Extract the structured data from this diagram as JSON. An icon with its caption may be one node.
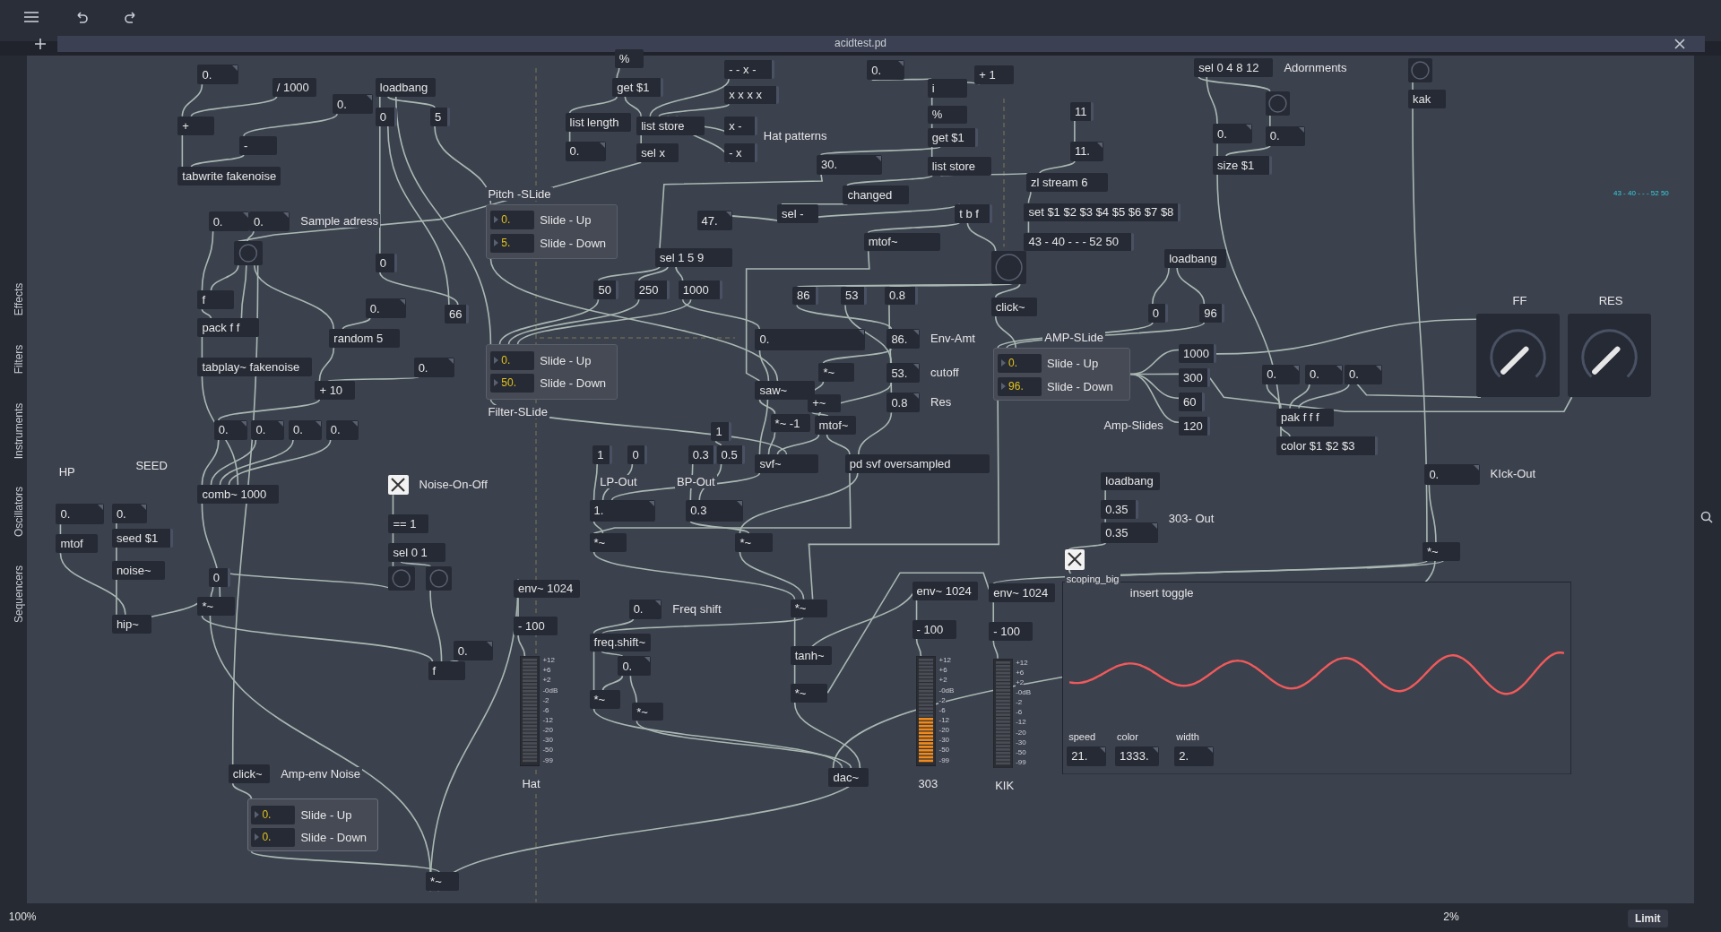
{
  "diagram": {
    "nodes": [
      {
        "text": [
          "0."
        ]
      },
      {
        "text": [
          "/ 1000"
        ]
      },
      {
        "text": [
          "0."
        ]
      },
      {
        "text": [
          "+"
        ]
      },
      {
        "text": [
          "-"
        ]
      },
      {
        "text": [
          "tabwrite fakenoise"
        ]
      },
      {
        "text": [
          "loadbang"
        ]
      },
      {
        "text": [
          "0"
        ]
      },
      {
        "text": [
          "5"
        ]
      },
      {
        "text": [
          "%"
        ]
      },
      {
        "text": [
          "get $1"
        ]
      },
      {
        "text": [
          "- - x -"
        ]
      },
      {
        "text": [
          "x x x x"
        ]
      },
      {
        "text": [
          "list length"
        ]
      },
      {
        "text": [
          "list store"
        ]
      },
      {
        "text": [
          "x -"
        ]
      },
      {
        "text": [
          "0."
        ]
      },
      {
        "text": [
          "sel x"
        ]
      },
      {
        "text": [
          "- x"
        ]
      },
      {
        "text": [
          "0."
        ]
      },
      {
        "text": [
          "i"
        ]
      },
      {
        "text": [
          "+ 1"
        ]
      },
      {
        "text": [
          "%"
        ]
      },
      {
        "text": [
          "get $1"
        ]
      },
      {
        "text": [
          "list store"
        ]
      },
      {
        "text": [
          "30."
        ]
      },
      {
        "text": [
          "changed"
        ]
      },
      {
        "text": [
          "11"
        ]
      },
      {
        "text": [
          "11."
        ]
      },
      {
        "text": [
          "zl stream 6"
        ]
      },
      {
        "text": [
          "set $1 $2 $3 $4 $5 $6 $7 $8"
        ]
      },
      {
        "text": [
          "43 - 40 - - - 52 50"
        ]
      },
      {
        "text": [
          "sel 0 4 8 12"
        ],
        "beside": [
          "Adornments"
        ]
      },
      {
        "text": [],
        "shape": "circle"
      },
      {
        "text": [
          "0."
        ]
      },
      {
        "text": [
          "0."
        ]
      },
      {
        "text": [
          "size $1"
        ]
      },
      {
        "text": [],
        "shape": "circle"
      },
      {
        "text": [
          "kak"
        ]
      },
      {
        "text": [
          "0."
        ]
      },
      {
        "text": [
          "0."
        ],
        "beside": [
          "Sample adress"
        ]
      },
      {
        "text": [],
        "shape": "circle"
      },
      {
        "text": [
          "0"
        ]
      },
      {
        "text": [
          "f"
        ]
      },
      {
        "text": [
          "pack f f"
        ]
      },
      {
        "text": [
          "0."
        ]
      },
      {
        "text": [
          "random 5"
        ]
      },
      {
        "text": [
          "66"
        ]
      },
      {
        "text": [
          "tabplay~ fakenoise"
        ]
      },
      {
        "text": [
          "0."
        ]
      },
      {
        "text": [
          "+ 10"
        ]
      },
      {
        "text": [
          "0."
        ]
      },
      {
        "text": [
          "0."
        ]
      },
      {
        "text": [
          "0."
        ]
      },
      {
        "text": [
          "0."
        ]
      },
      {
        "text": [
          "comb~ 1000"
        ]
      },
      {
        "text": [
          "Pitch -SLide"
        ]
      },
      {
        "text": [
          "0.",
          "Slide - Up"
        ],
        "in": 56
      },
      {
        "text": [
          "5.",
          "Slide - Down"
        ],
        "in": 56
      },
      {
        "text": [
          "47."
        ]
      },
      {
        "text": [
          "sel -"
        ]
      },
      {
        "text": [
          "t b f"
        ]
      },
      {
        "text": [
          "mtof~"
        ]
      },
      {
        "text": [
          "sel 1 5 9"
        ]
      },
      {
        "text": [],
        "shape": "circle"
      },
      {
        "text": [
          "loadbang"
        ]
      },
      {
        "text": [
          "50"
        ]
      },
      {
        "text": [
          "250"
        ]
      },
      {
        "text": [
          "1000"
        ]
      },
      {
        "text": [
          "86"
        ]
      },
      {
        "text": [
          "53"
        ]
      },
      {
        "text": [
          "0.8"
        ]
      },
      {
        "text": [
          "click~"
        ]
      },
      {
        "text": [
          "0"
        ]
      },
      {
        "text": [
          "96"
        ]
      },
      {
        "text": [
          "Filter-SLide"
        ]
      },
      {
        "text": [
          "0.",
          "Slide - Up"
        ],
        "in": 75
      },
      {
        "text": [
          "50.",
          "Slide - Down"
        ],
        "in": 75
      },
      {
        "text": [
          "0."
        ]
      },
      {
        "text": [
          "86."
        ],
        "beside": [
          "Env-Amt"
        ]
      },
      {
        "text": [
          "AMP-SLide"
        ]
      },
      {
        "text": [
          "0.",
          "Slide - Up"
        ],
        "in": 80
      },
      {
        "text": [
          "96.",
          "Slide - Down"
        ],
        "in": 80
      },
      {
        "text": [
          "1000"
        ]
      },
      {
        "text": [
          "300"
        ]
      },
      {
        "text": [
          "60"
        ]
      },
      {
        "text": [
          "120"
        ]
      },
      {
        "text": [
          "*~"
        ]
      },
      {
        "text": [
          "53."
        ],
        "beside": [
          "cutoff"
        ]
      },
      {
        "text": [
          "saw~"
        ]
      },
      {
        "text": [
          "+~"
        ]
      },
      {
        "text": [
          "0.8"
        ],
        "beside": [
          "Res"
        ]
      },
      {
        "text": [
          "*~ -1"
        ]
      },
      {
        "text": [
          "mtof~"
        ]
      },
      {
        "text": [
          "0."
        ]
      },
      {
        "text": [
          "0."
        ]
      },
      {
        "text": [
          "0."
        ]
      },
      {
        "text": [
          "pak f f f"
        ]
      },
      {
        "text": [
          "color $1 $2 $3"
        ]
      },
      {
        "text": [
          "FF"
        ]
      },
      {
        "text": [
          "RES"
        ]
      },
      {
        "text": [
          "1"
        ]
      },
      {
        "text": [
          "1"
        ]
      },
      {
        "text": [
          "0"
        ]
      },
      {
        "text": [
          "0.3"
        ]
      },
      {
        "text": [
          "0.5"
        ]
      },
      {
        "text": [
          "svf~"
        ]
      },
      {
        "text": [
          "pd svf oversampled"
        ]
      },
      {
        "text": [
          "1."
        ]
      },
      {
        "text": [
          "0.3"
        ]
      },
      {
        "text": [
          "0."
        ],
        "beside": [
          "KIck-Out"
        ]
      },
      {
        "text": [
          "loadbang"
        ]
      },
      {
        "text": [
          "0.35"
        ]
      },
      {
        "text": [
          "0.35"
        ],
        "beside": [
          "303- Out"
        ]
      },
      {
        "text": [
          "*~"
        ]
      },
      {
        "text": [
          "*~"
        ]
      },
      {
        "text": [
          "*~"
        ]
      },
      {
        "text": [],
        "shape": "box",
        "beside": [
          "scoping_big"
        ]
      },
      {
        "text": [
          "0."
        ]
      },
      {
        "text": [
          "0."
        ]
      },
      {
        "text": [
          "mtof"
        ]
      },
      {
        "text": [
          "seed $1"
        ]
      },
      {
        "text": [
          "noise~"
        ]
      },
      {
        "text": [
          "hip~"
        ]
      },
      {
        "text": [
          "0"
        ]
      },
      {
        "text": [
          "*~"
        ]
      },
      {
        "text": [],
        "shape": "box",
        "beside": [
          "Noise-On-Off"
        ]
      },
      {
        "text": [
          "== 1"
        ]
      },
      {
        "text": [
          "sel 0 1"
        ]
      },
      {
        "text": [],
        "shape": "circle"
      },
      {
        "text": [],
        "shape": "circle"
      },
      {
        "text": [
          "0."
        ]
      },
      {
        "text": [
          "f"
        ]
      },
      {
        "text": [
          "env~ 1024"
        ]
      },
      {
        "text": [
          "- 100"
        ]
      },
      {
        "text": [
          "Hat"
        ],
        "beside": [
          "+12",
          "+6",
          "+2",
          "-0dB",
          "-2",
          "-6",
          "-12",
          "-20",
          "-30",
          "-50",
          "-99"
        ]
      },
      {
        "text": [
          "env~ 1024"
        ]
      },
      {
        "text": [
          "- 100"
        ]
      },
      {
        "text": [
          "303"
        ],
        "beside": [
          "+12",
          "+6",
          "+2",
          "-0dB",
          "-2",
          "-6",
          "-12",
          "-20",
          "-30",
          "-50",
          "-99"
        ]
      },
      {
        "text": [
          "env~ 1024"
        ]
      },
      {
        "text": [
          "- 100"
        ]
      },
      {
        "text": [
          "KIK"
        ],
        "beside": [
          "+12",
          "+6",
          "+2",
          "-0dB",
          "-2",
          "-6",
          "-12",
          "-20",
          "-30",
          "-50",
          "-99"
        ]
      },
      {
        "text": [
          "insert toggle"
        ]
      },
      {
        "text": [
          "21."
        ],
        "beside": [
          "speed"
        ],
        "in": 142
      },
      {
        "text": [
          "1333."
        ],
        "beside": [
          "color"
        ],
        "in": 142
      },
      {
        "text": [
          "2."
        ],
        "beside": [
          "width"
        ],
        "in": 142
      },
      {
        "text": [
          "0."
        ],
        "beside": [
          "Freq shift"
        ]
      },
      {
        "text": [
          "*~"
        ]
      },
      {
        "text": [
          "freq.shift~"
        ]
      },
      {
        "text": [
          "tanh~"
        ]
      },
      {
        "text": [
          "0."
        ]
      },
      {
        "text": [
          "*~"
        ]
      },
      {
        "text": [
          "*~"
        ]
      },
      {
        "text": [
          "*~"
        ]
      },
      {
        "text": [
          "click~"
        ],
        "beside": [
          "Amp-env Noise"
        ]
      },
      {
        "text": [],
        "shape": "box"
      },
      {
        "text": [
          "0.",
          "Slide - Up"
        ],
        "in": 155
      },
      {
        "text": [
          "0.",
          "Slide - Down"
        ],
        "in": 155
      },
      {
        "text": [
          "dac~"
        ]
      },
      {
        "text": [
          "*~"
        ]
      }
    ],
    "edges": [
      {
        "from": 0,
        "to": 3,
        "arrow": "none"
      },
      {
        "from": 1,
        "to": 3,
        "arrow": "none"
      },
      {
        "from": 2,
        "to": 4,
        "arrow": "none"
      },
      {
        "from": 3,
        "to": 5,
        "arrow": "none"
      },
      {
        "from": 4,
        "to": 5,
        "arrow": "none"
      },
      {
        "from": 6,
        "to": 7,
        "arrow": "none"
      },
      {
        "from": 6,
        "to": 8,
        "arrow": "none"
      },
      {
        "from": 7,
        "to": 42,
        "arrow": "none"
      },
      {
        "from": 7,
        "to": 47,
        "arrow": "none"
      },
      {
        "from": 8,
        "to": 56,
        "arrow": "none"
      },
      {
        "from": 6,
        "to": 75,
        "arrow": "none"
      },
      {
        "from": 42,
        "to": 47,
        "arrow": "none"
      },
      {
        "from": 9,
        "to": 10,
        "arrow": "none"
      },
      {
        "from": 10,
        "to": 13,
        "arrow": "none"
      },
      {
        "from": 10,
        "to": 14,
        "arrow": "none"
      },
      {
        "from": 13,
        "to": 16,
        "arrow": "none"
      },
      {
        "from": 14,
        "to": 17,
        "arrow": "none"
      },
      {
        "from": 11,
        "to": 14,
        "arrow": "none"
      },
      {
        "from": 12,
        "to": 14,
        "arrow": "none"
      },
      {
        "from": 15,
        "to": 14,
        "arrow": "none"
      },
      {
        "from": 18,
        "to": 14,
        "arrow": "none"
      },
      {
        "from": 17,
        "to": 41,
        "arrow": "none"
      },
      {
        "from": 19,
        "to": 20,
        "arrow": "none"
      },
      {
        "from": 21,
        "to": 20,
        "arrow": "none"
      },
      {
        "from": 20,
        "to": 22,
        "arrow": "none"
      },
      {
        "from": 22,
        "to": 23,
        "arrow": "none"
      },
      {
        "from": 23,
        "to": 24,
        "arrow": "none"
      },
      {
        "from": 23,
        "to": 25,
        "arrow": "none"
      },
      {
        "from": 24,
        "to": 26,
        "arrow": "none"
      },
      {
        "from": 24,
        "to": 29,
        "arrow": "none"
      },
      {
        "from": 27,
        "to": 28,
        "arrow": "none"
      },
      {
        "from": 28,
        "to": 29,
        "arrow": "none"
      },
      {
        "from": 29,
        "to": 30,
        "arrow": "none"
      },
      {
        "from": 30,
        "to": 31,
        "arrow": "none"
      },
      {
        "from": 26,
        "to": 60,
        "arrow": "none"
      },
      {
        "from": 60,
        "to": 59,
        "arrow": "none"
      },
      {
        "from": 60,
        "to": 61,
        "arrow": "none"
      },
      {
        "from": 61,
        "to": 62,
        "arrow": "none"
      },
      {
        "from": 61,
        "to": 64,
        "arrow": "none"
      },
      {
        "from": 25,
        "to": 63,
        "arrow": "none"
      },
      {
        "from": 63,
        "to": 66,
        "arrow": "none"
      },
      {
        "from": 63,
        "to": 67,
        "arrow": "none"
      },
      {
        "from": 63,
        "to": 68,
        "arrow": "none"
      },
      {
        "from": 62,
        "to": 89,
        "arrow": "none"
      },
      {
        "from": 64,
        "to": 69,
        "arrow": "none"
      },
      {
        "from": 64,
        "to": 70,
        "arrow": "none"
      },
      {
        "from": 64,
        "to": 71,
        "arrow": "none"
      },
      {
        "from": 64,
        "to": 72,
        "arrow": "none"
      },
      {
        "from": 65,
        "to": 73,
        "arrow": "none"
      },
      {
        "from": 65,
        "to": 74,
        "arrow": "none"
      },
      {
        "from": 73,
        "to": 80,
        "arrow": "none"
      },
      {
        "from": 74,
        "to": 80,
        "arrow": "none"
      },
      {
        "from": 72,
        "to": 80,
        "arrow": "none"
      },
      {
        "from": 80,
        "to": 83,
        "arrow": "none"
      },
      {
        "from": 80,
        "to": 84,
        "arrow": "none"
      },
      {
        "from": 80,
        "to": 85,
        "arrow": "none"
      },
      {
        "from": 80,
        "to": 86,
        "arrow": "none"
      },
      {
        "from": 69,
        "to": 79,
        "arrow": "none"
      },
      {
        "from": 70,
        "to": 88,
        "arrow": "none"
      },
      {
        "from": 71,
        "to": 91,
        "arrow": "none"
      },
      {
        "from": 79,
        "to": 87,
        "arrow": "none"
      },
      {
        "from": 87,
        "to": 90,
        "arrow": "none"
      },
      {
        "from": 88,
        "to": 93,
        "arrow": "none"
      },
      {
        "from": 90,
        "to": 93,
        "arrow": "none"
      },
      {
        "from": 89,
        "to": 92,
        "arrow": "none"
      },
      {
        "from": 89,
        "to": 106,
        "arrow": "none"
      },
      {
        "from": 92,
        "to": 106,
        "arrow": "none"
      },
      {
        "from": 93,
        "to": 106,
        "arrow": "none"
      },
      {
        "from": 93,
        "to": 107,
        "arrow": "none"
      },
      {
        "from": 91,
        "to": 107,
        "arrow": "none"
      },
      {
        "from": 68,
        "to": 78,
        "arrow": "none"
      },
      {
        "from": 78,
        "to": 89,
        "arrow": "none"
      },
      {
        "from": 66,
        "to": 75,
        "arrow": "none"
      },
      {
        "from": 67,
        "to": 75,
        "arrow": "none"
      },
      {
        "from": 68,
        "to": 75,
        "arrow": "none"
      },
      {
        "from": 56,
        "to": 89,
        "arrow": "none"
      },
      {
        "from": 75,
        "to": 106,
        "arrow": "none"
      },
      {
        "from": 32,
        "to": 33,
        "arrow": "none"
      },
      {
        "from": 32,
        "to": 34,
        "arrow": "none"
      },
      {
        "from": 33,
        "to": 35,
        "arrow": "none"
      },
      {
        "from": 34,
        "to": 36,
        "arrow": "none"
      },
      {
        "from": 35,
        "to": 36,
        "arrow": "none"
      },
      {
        "from": 36,
        "to": 98,
        "arrow": "none"
      },
      {
        "from": 94,
        "to": 97,
        "arrow": "none"
      },
      {
        "from": 95,
        "to": 97,
        "arrow": "none"
      },
      {
        "from": 96,
        "to": 97,
        "arrow": "none"
      },
      {
        "from": 97,
        "to": 98,
        "arrow": "none"
      },
      {
        "from": 83,
        "to": 99,
        "arrow": "none"
      },
      {
        "from": 84,
        "to": 100,
        "arrow": "none"
      },
      {
        "from": 96,
        "to": 99,
        "arrow": "none"
      },
      {
        "from": 37,
        "to": 38,
        "arrow": "none"
      },
      {
        "from": 38,
        "to": 116,
        "arrow": "none"
      },
      {
        "from": 110,
        "to": 116,
        "arrow": "none"
      },
      {
        "from": 116,
        "to": 142,
        "arrow": "none"
      },
      {
        "from": 116,
        "to": 158,
        "arrow": "none"
      },
      {
        "from": 101,
        "to": 105,
        "arrow": "none"
      },
      {
        "from": 102,
        "to": 108,
        "arrow": "none"
      },
      {
        "from": 103,
        "to": 108,
        "arrow": "none"
      },
      {
        "from": 104,
        "to": 109,
        "arrow": "none"
      },
      {
        "from": 105,
        "to": 109,
        "arrow": "none"
      },
      {
        "from": 106,
        "to": 108,
        "arrow": "none"
      },
      {
        "from": 107,
        "to": 114,
        "arrow": "none"
      },
      {
        "from": 107,
        "to": 115,
        "arrow": "none"
      },
      {
        "from": 108,
        "to": 114,
        "arrow": "none"
      },
      {
        "from": 109,
        "to": 115,
        "arrow": "none"
      },
      {
        "from": 114,
        "to": 147,
        "arrow": "none"
      },
      {
        "from": 115,
        "to": 147,
        "arrow": "none"
      },
      {
        "from": 147,
        "to": 149,
        "arrow": "none"
      },
      {
        "from": 149,
        "to": 151,
        "arrow": "none"
      },
      {
        "from": 146,
        "to": 148,
        "arrow": "none"
      },
      {
        "from": 147,
        "to": 148,
        "arrow": "none"
      },
      {
        "from": 148,
        "to": 152,
        "arrow": "none"
      },
      {
        "from": 148,
        "to": 150,
        "arrow": "none"
      },
      {
        "from": 150,
        "to": 152,
        "arrow": "none"
      },
      {
        "from": 150,
        "to": 153,
        "arrow": "none"
      },
      {
        "from": 152,
        "to": 158,
        "arrow": "none"
      },
      {
        "from": 153,
        "to": 158,
        "arrow": "none"
      },
      {
        "from": 151,
        "to": 158,
        "arrow": "none"
      },
      {
        "from": 149,
        "to": 136,
        "arrow": "none"
      },
      {
        "from": 151,
        "to": 139,
        "arrow": "none"
      },
      {
        "from": 136,
        "to": 137,
        "arrow": "none"
      },
      {
        "from": 137,
        "to": 138,
        "arrow": "none"
      },
      {
        "from": 139,
        "to": 140,
        "arrow": "none"
      },
      {
        "from": 140,
        "to": 141,
        "arrow": "none"
      },
      {
        "from": 116,
        "to": 139,
        "arrow": "none"
      },
      {
        "from": 111,
        "to": 112,
        "arrow": "none"
      },
      {
        "from": 112,
        "to": 113,
        "arrow": "none"
      },
      {
        "from": 113,
        "to": 117,
        "arrow": "none"
      },
      {
        "from": 117,
        "to": 142,
        "arrow": "none"
      },
      {
        "from": 80,
        "to": 147,
        "arrow": "none"
      },
      {
        "from": 39,
        "to": 43,
        "arrow": "none"
      },
      {
        "from": 40,
        "to": 41,
        "arrow": "none"
      },
      {
        "from": 41,
        "to": 43,
        "arrow": "none"
      },
      {
        "from": 41,
        "to": 44,
        "arrow": "none"
      },
      {
        "from": 43,
        "to": 44,
        "arrow": "none"
      },
      {
        "from": 44,
        "to": 48,
        "arrow": "none"
      },
      {
        "from": 41,
        "to": 46,
        "arrow": "none"
      },
      {
        "from": 45,
        "to": 46,
        "arrow": "none"
      },
      {
        "from": 46,
        "to": 50,
        "arrow": "none"
      },
      {
        "from": 49,
        "to": 50,
        "arrow": "none"
      },
      {
        "from": 50,
        "to": 51,
        "arrow": "none"
      },
      {
        "from": 51,
        "to": 55,
        "arrow": "none"
      },
      {
        "from": 52,
        "to": 55,
        "arrow": "none"
      },
      {
        "from": 53,
        "to": 55,
        "arrow": "none"
      },
      {
        "from": 54,
        "to": 55,
        "arrow": "none"
      },
      {
        "from": 48,
        "to": 55,
        "arrow": "none"
      },
      {
        "from": 41,
        "to": 154,
        "arrow": "none"
      },
      {
        "from": 118,
        "to": 120,
        "arrow": "none"
      },
      {
        "from": 119,
        "to": 121,
        "arrow": "none"
      },
      {
        "from": 121,
        "to": 122,
        "arrow": "none"
      },
      {
        "from": 122,
        "to": 123,
        "arrow": "none"
      },
      {
        "from": 120,
        "to": 123,
        "arrow": "none"
      },
      {
        "from": 123,
        "to": 125,
        "arrow": "none"
      },
      {
        "from": 124,
        "to": 125,
        "arrow": "none"
      },
      {
        "from": 55,
        "to": 125,
        "arrow": "none"
      },
      {
        "from": 125,
        "to": 132,
        "arrow": "none"
      },
      {
        "from": 126,
        "to": 127,
        "arrow": "none"
      },
      {
        "from": 127,
        "to": 128,
        "arrow": "none"
      },
      {
        "from": 128,
        "to": 129,
        "arrow": "none"
      },
      {
        "from": 128,
        "to": 130,
        "arrow": "none"
      },
      {
        "from": 129,
        "to": 124,
        "arrow": "none"
      },
      {
        "from": 130,
        "to": 132,
        "arrow": "none"
      },
      {
        "from": 131,
        "to": 132,
        "arrow": "none"
      },
      {
        "from": 125,
        "to": 159,
        "arrow": "none"
      },
      {
        "from": 154,
        "to": 155,
        "arrow": "none"
      },
      {
        "from": 155,
        "to": 159,
        "arrow": "none"
      },
      {
        "from": 159,
        "to": 133,
        "arrow": "none"
      },
      {
        "from": 133,
        "to": 134,
        "arrow": "none"
      },
      {
        "from": 134,
        "to": 135,
        "arrow": "none"
      },
      {
        "from": 159,
        "to": 158,
        "arrow": "none"
      }
    ],
    "labels": [
      "acidtest.pd",
      "Effects",
      "Filters",
      "Instruments",
      "Oscillators",
      "Sequencers",
      "HP",
      "SEED",
      "Hat patterns",
      "LP-Out",
      "BP-Out",
      "Amp-Slides",
      "43 - 40 - - - 52 50",
      "100%",
      "2%",
      "Limit"
    ]
  }
}
